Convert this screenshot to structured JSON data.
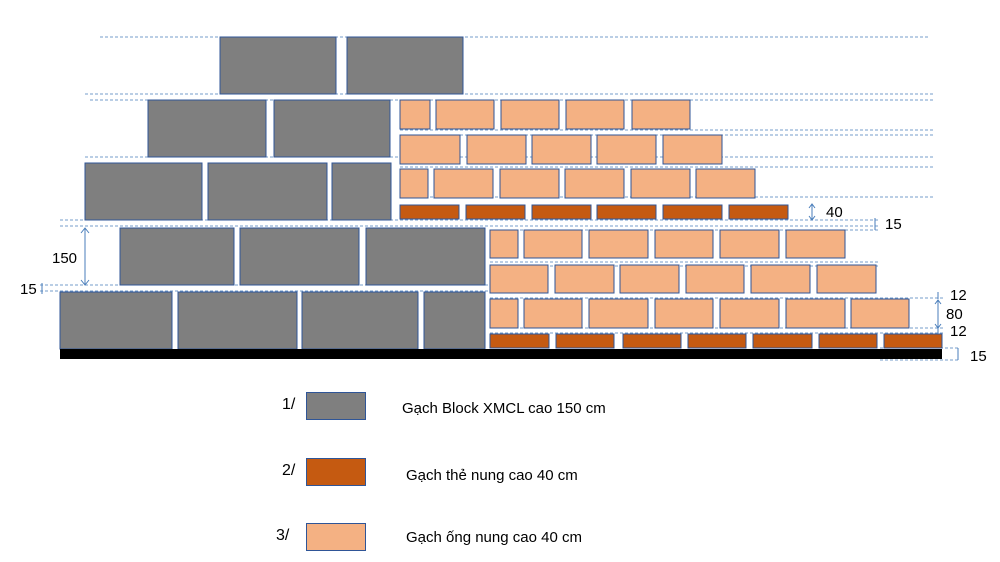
{
  "colors": {
    "block_gray": "#7f7f7f",
    "fired_solid": "#c55a11",
    "fired_hollow": "#f4b183",
    "outline": "#2f5597",
    "base": "#000000"
  },
  "dimensions": {
    "block_height": "150",
    "block_joint": "15",
    "solid_brick_height": "40",
    "solid_joint": "15",
    "bottom_gap": "12",
    "hollow_height": "80",
    "lower_gap": "12",
    "base_height": "15"
  },
  "legend": [
    {
      "number": "1/",
      "label": "Gạch Block XMCL cao 150 cm",
      "color": "#7f7f7f"
    },
    {
      "number": "2/",
      "label": "Gạch thẻ nung cao 40 cm",
      "color": "#c55a11"
    },
    {
      "number": "3/",
      "label": "Gạch ống nung cao 40 cm",
      "color": "#f4b183"
    }
  ]
}
